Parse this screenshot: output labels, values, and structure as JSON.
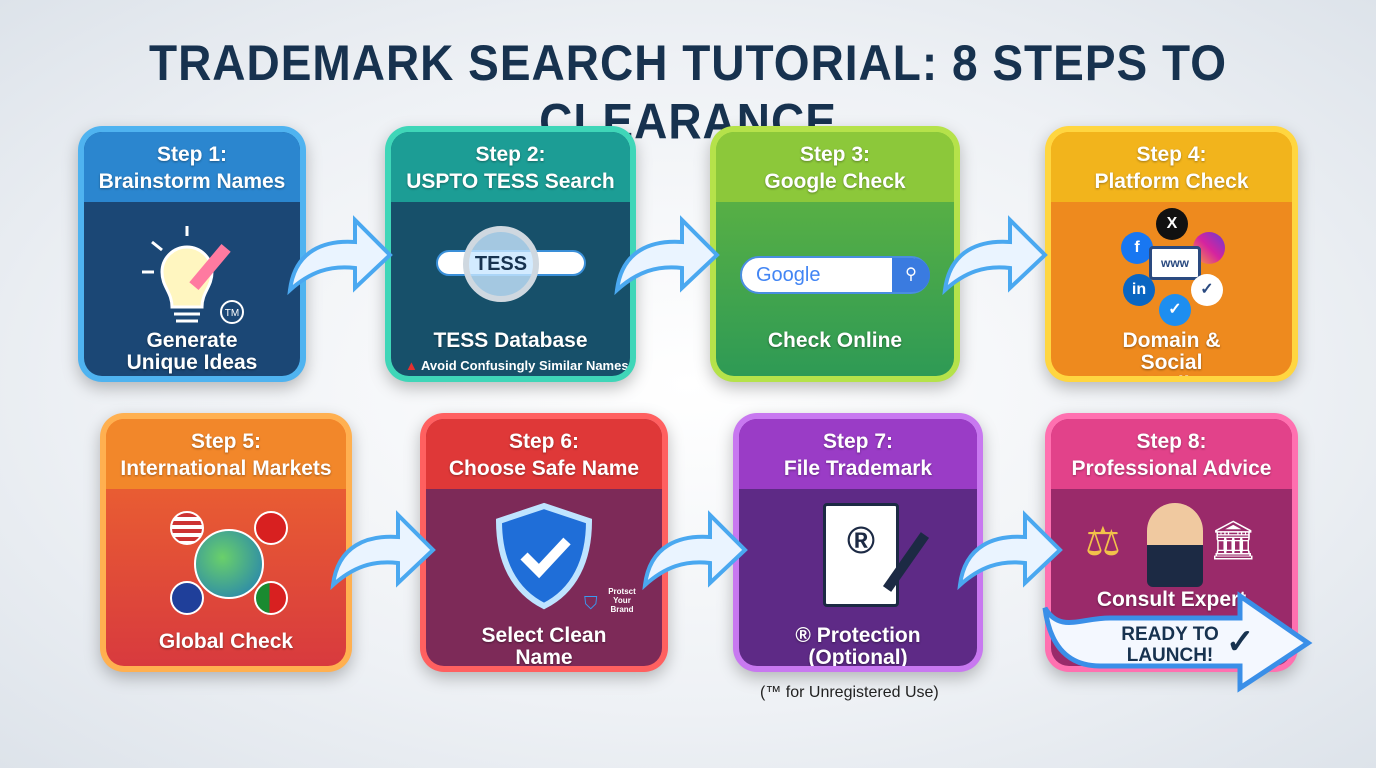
{
  "title": "TRADEMARK SEARCH TUTORIAL: 8 STEPS TO CLEARANCE",
  "steps": [
    {
      "step": "Step 1:",
      "name": "Brainstorm Names",
      "label": "Generate Unique Ideas",
      "tm": "TM",
      "colors": {
        "border": "#4fb3f0",
        "head": "#2b86cf",
        "body": "#1b4775"
      }
    },
    {
      "step": "Step 2:",
      "name": "USPTO TESS Search",
      "label": "TESS Database",
      "search_text": "TESS",
      "warning": "Avoid Confusingly Similar Names",
      "colors": {
        "border": "#3fd6b8",
        "head": "#1c9d95",
        "body": "#17506a"
      }
    },
    {
      "step": "Step 3:",
      "name": "Google Check",
      "label": "Check Online",
      "search_text": "Google",
      "colors": {
        "border": "#b5e24a",
        "head": "#8cc83a",
        "body": "#3f9e4a"
      }
    },
    {
      "step": "Step 4:",
      "name": "Platform Check",
      "label": "Domain & Social Media",
      "www": "www",
      "colors": {
        "border": "#ffd640",
        "head": "#f2b41c",
        "body": "#ee8a1e"
      }
    },
    {
      "step": "Step 5:",
      "name": "International Markets",
      "label": "Global Check",
      "colors": {
        "border": "#ffb050",
        "head": "#f2872a",
        "body": "#e0483a"
      }
    },
    {
      "step": "Step 6:",
      "name": "Choose Safe Name",
      "label": "Select Clean Name",
      "badge": "Protsct Your Brand",
      "colors": {
        "border": "#ff6060",
        "head": "#df3838",
        "body": "#7d2a58"
      }
    },
    {
      "step": "Step 7:",
      "name": "File Trademark",
      "label": "® Protection (Optional)",
      "note": "(™ for Unregistered Use)",
      "colors": {
        "border": "#c878f0",
        "head": "#9a3cc6",
        "body": "#5e2a86"
      }
    },
    {
      "step": "Step 8:",
      "name": "Professional Advice",
      "label": "Consult Expert",
      "banner": "READY TO LAUNCH!",
      "colors": {
        "border": "#ff70b0",
        "head": "#e2428a",
        "body": "#9a2a6a"
      }
    }
  ]
}
